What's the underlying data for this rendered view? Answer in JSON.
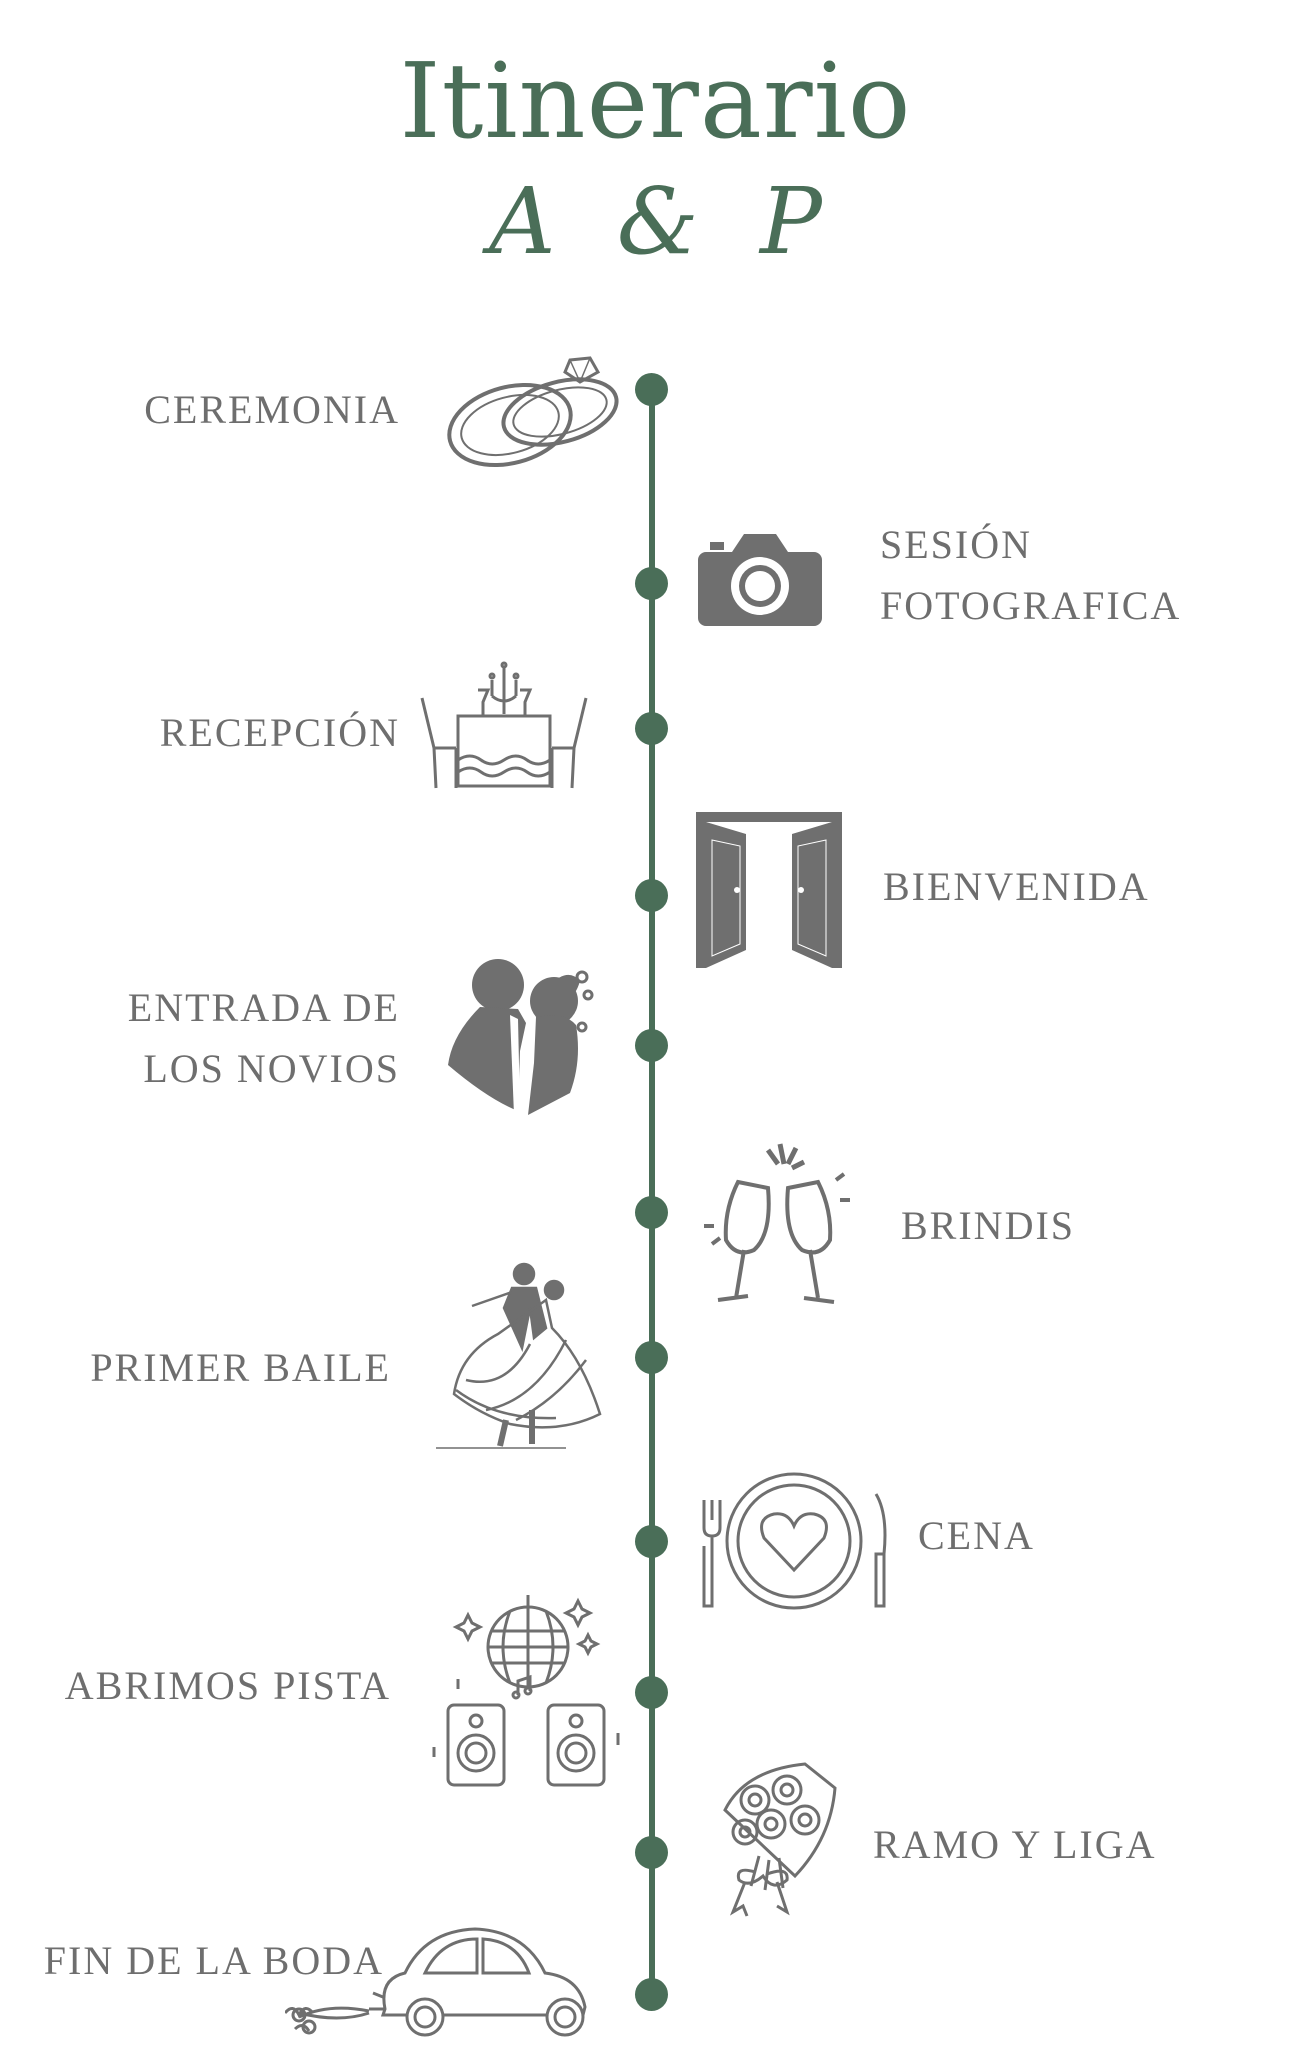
{
  "title": "Itinerario",
  "monogram": "A & P",
  "colors": {
    "accent": "#4a6e58",
    "text": "#6e6e6e",
    "icon": "#6f6f6f"
  },
  "events": [
    {
      "label": "CEREMONIA",
      "icon": "rings-icon"
    },
    {
      "label_line1": "SESIÓN",
      "label_line2": "FOTOGRAFICA",
      "icon": "camera-icon"
    },
    {
      "label": "RECEPCIÓN",
      "icon": "dinner-table-icon"
    },
    {
      "label": "BIENVENIDA",
      "icon": "open-doors-icon"
    },
    {
      "label_line1": "ENTRADA DE",
      "label_line2": "LOS NOVIOS",
      "icon": "couple-silhouette-icon"
    },
    {
      "label": "BRINDIS",
      "icon": "champagne-toast-icon"
    },
    {
      "label": "PRIMER BAILE",
      "icon": "dancing-couple-icon"
    },
    {
      "label": "CENA",
      "icon": "plate-heart-icon"
    },
    {
      "label": "ABRIMOS PISTA",
      "icon": "disco-speakers-icon"
    },
    {
      "label": "RAMO Y LIGA",
      "icon": "bouquet-icon"
    },
    {
      "label": "FIN DE LA BODA",
      "icon": "wedding-car-icon"
    }
  ]
}
